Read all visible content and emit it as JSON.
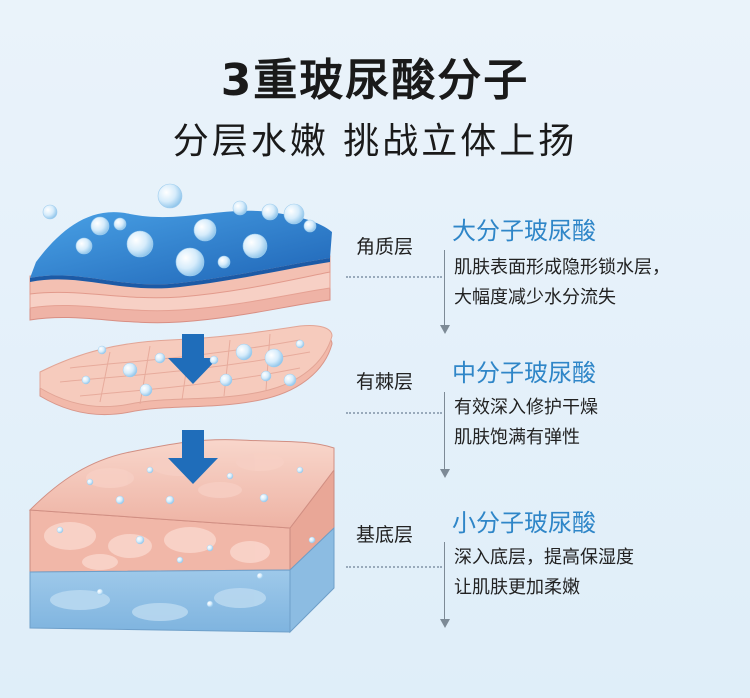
{
  "header": {
    "title": "3重玻尿酸分子",
    "subtitle": "分层水嫩 挑战立体上扬"
  },
  "layers": [
    {
      "name": "角质层",
      "molecule": "大分子玻尿酸",
      "desc_lines": [
        "肌肤表面形成隐形锁水层，",
        "大幅度减少水分流失"
      ]
    },
    {
      "name": "有棘层",
      "molecule": "中分子玻尿酸",
      "desc_lines": [
        "有效深入修护干燥",
        "肌肤饱满有弹性"
      ]
    },
    {
      "name": "基底层",
      "molecule": "小分子玻尿酸",
      "desc_lines": [
        "深入底层，提高保湿度",
        "让肌肤更加柔嫩"
      ]
    }
  ],
  "colors": {
    "accent": "#2f86c8",
    "water_blue": "#2f7fcf",
    "skin_pink": "#f1b6a8",
    "arrow": "#1f6dba"
  },
  "icons": [
    "down-arrow-icon",
    "down-arrow-icon"
  ]
}
